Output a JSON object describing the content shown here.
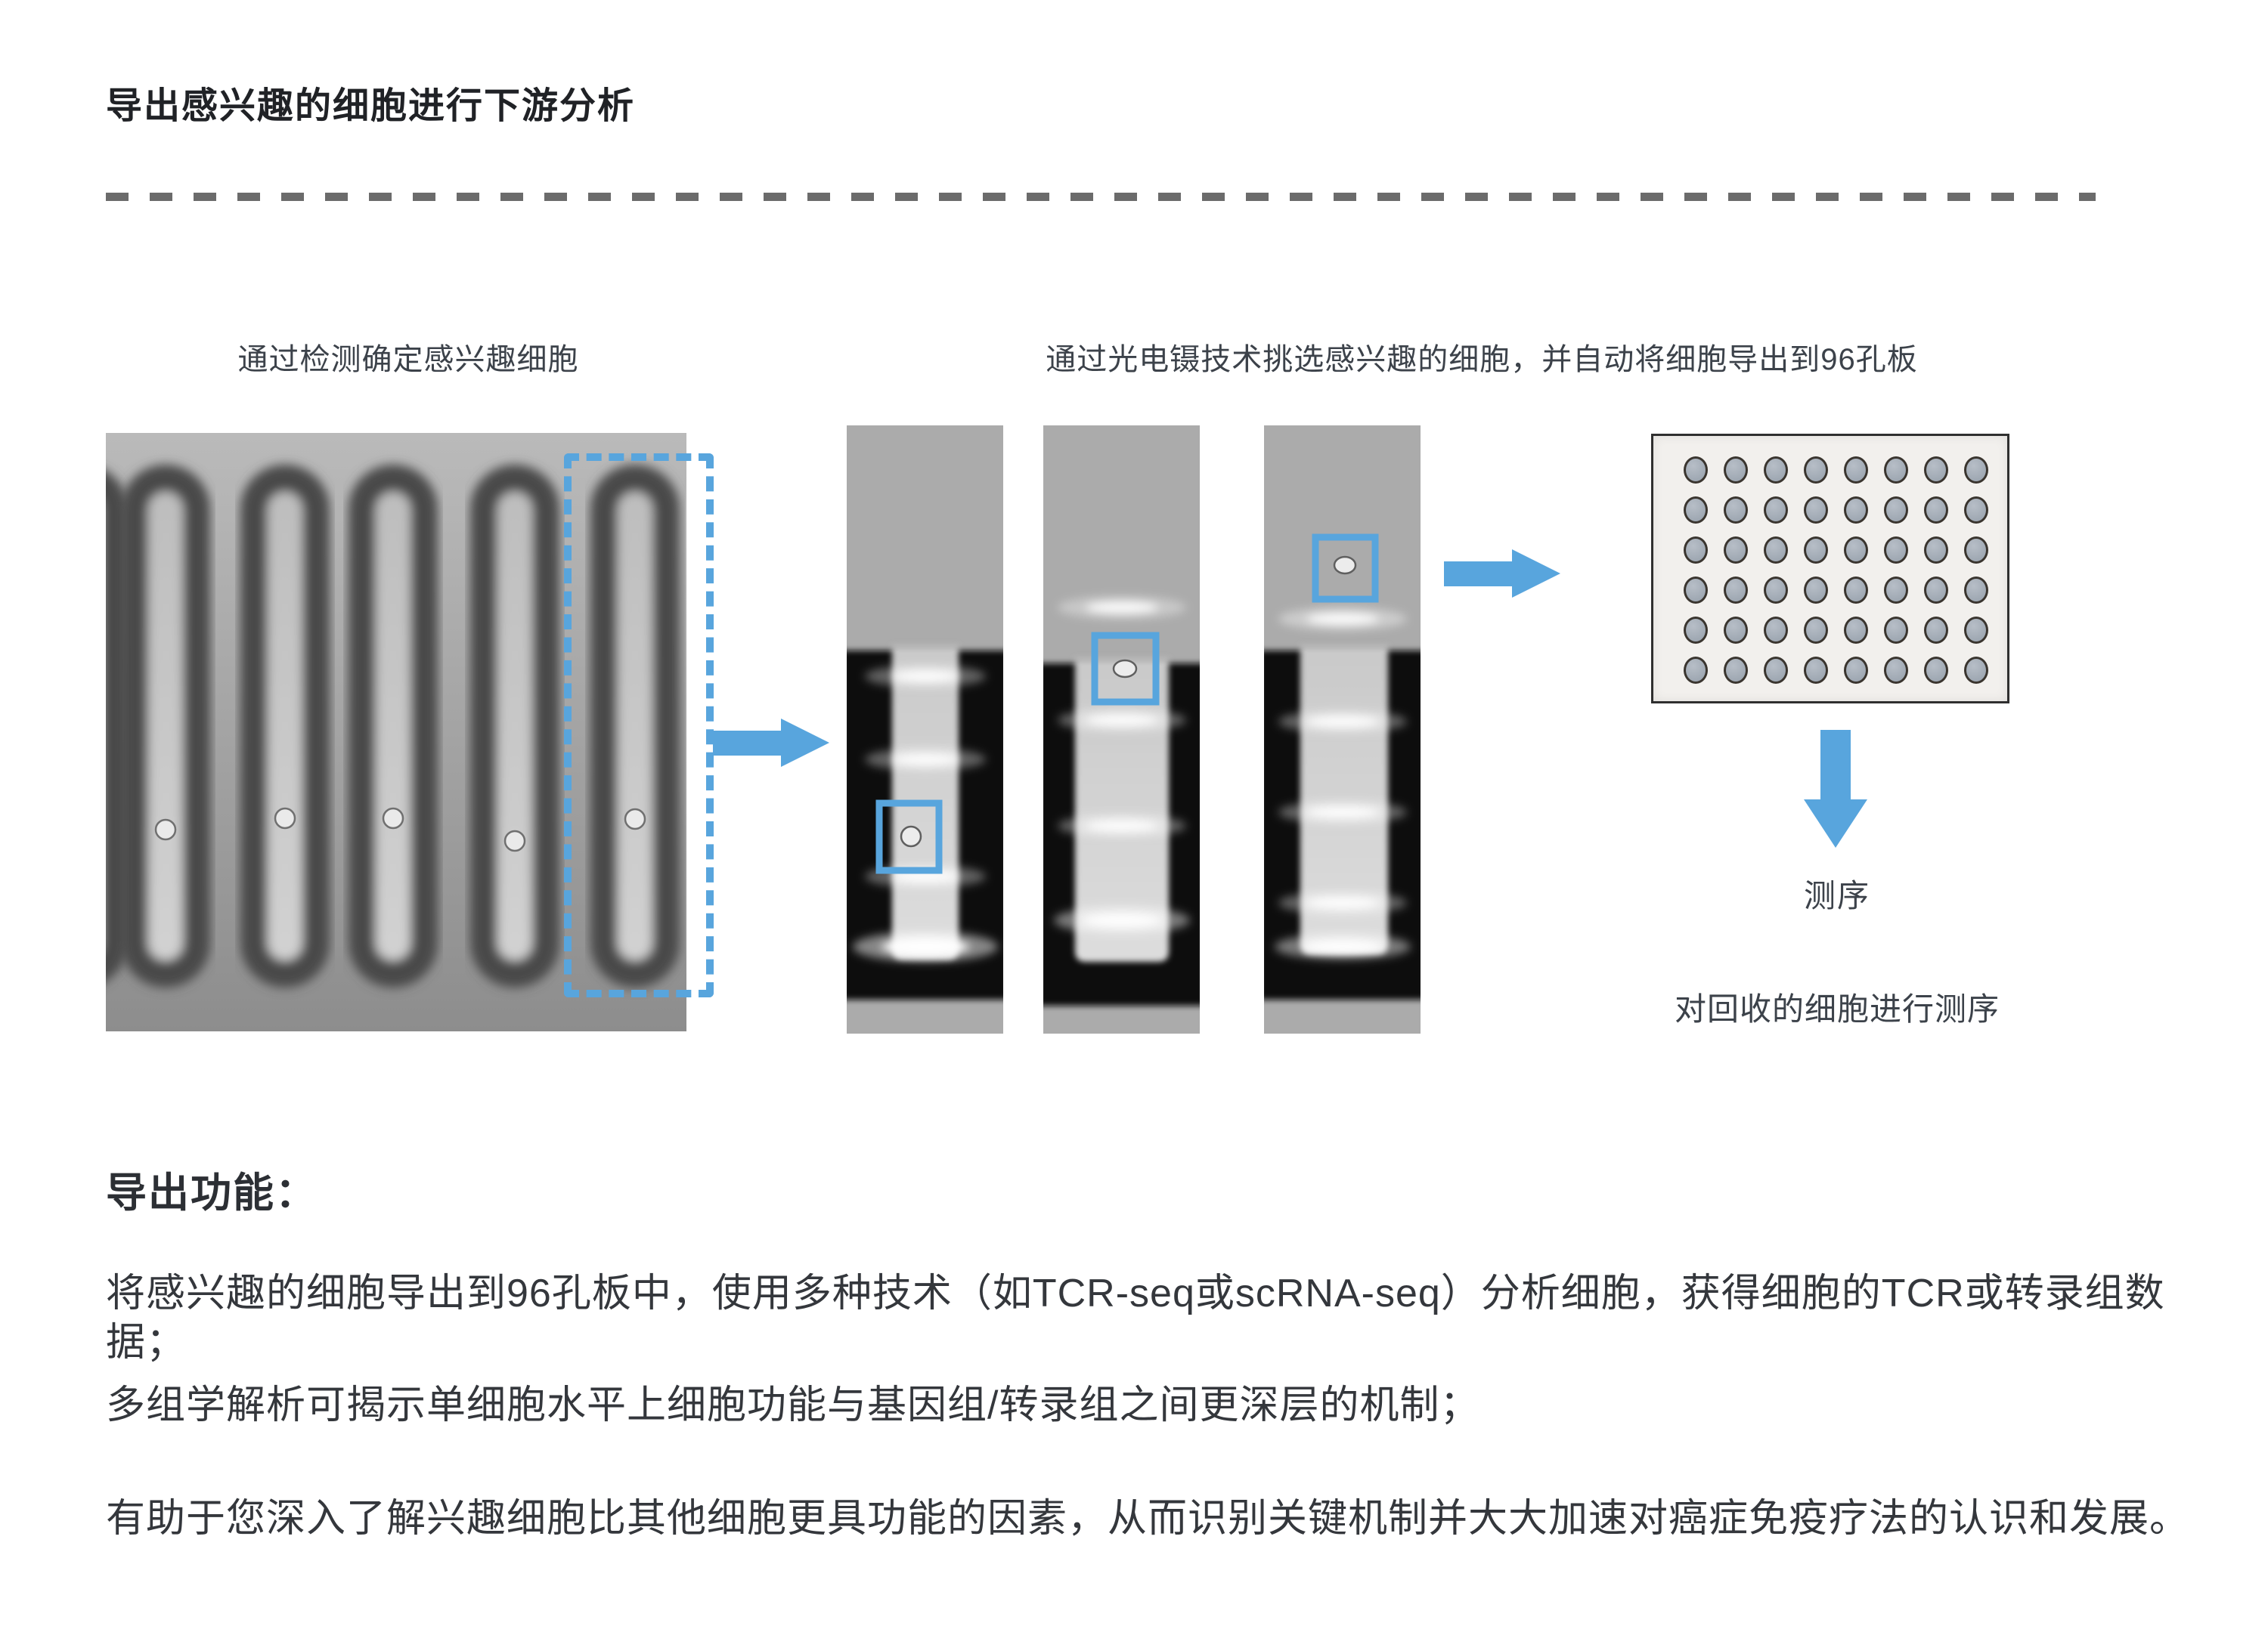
{
  "page": {
    "title": "导出感兴趣的细胞进行下游分析"
  },
  "flow": {
    "step1_label": "通过检测确定感兴趣细胞",
    "step2_label": "通过光电镊技术挑选感兴趣的细胞，并自动将细胞导出到96孔板",
    "sequencing_label": "测序",
    "sequencing_caption": "对回收的细胞进行测序"
  },
  "export_section": {
    "heading": "导出功能：",
    "paragraphs": [
      "将感兴趣的细胞导出到96孔板中，使用多种技术（如TCR-seq或scRNA-seq）分析细胞，获得细胞的TCR或转录组数据；",
      "多组学解析可揭示单细胞水平上细胞功能与基因组/转录组之间更深层的机制；",
      "有助于您深入了解兴趣细胞比其他细胞更具功能的因素，从而识别关键机制并大大加速对癌症免疫疗法的认识和发展。"
    ]
  },
  "well_plate": {
    "rows": 6,
    "cols": 8
  },
  "colors": {
    "accent_blue": "#58a5dd",
    "divider_gray": "#6b6b6b",
    "text_dark": "#34373c"
  }
}
